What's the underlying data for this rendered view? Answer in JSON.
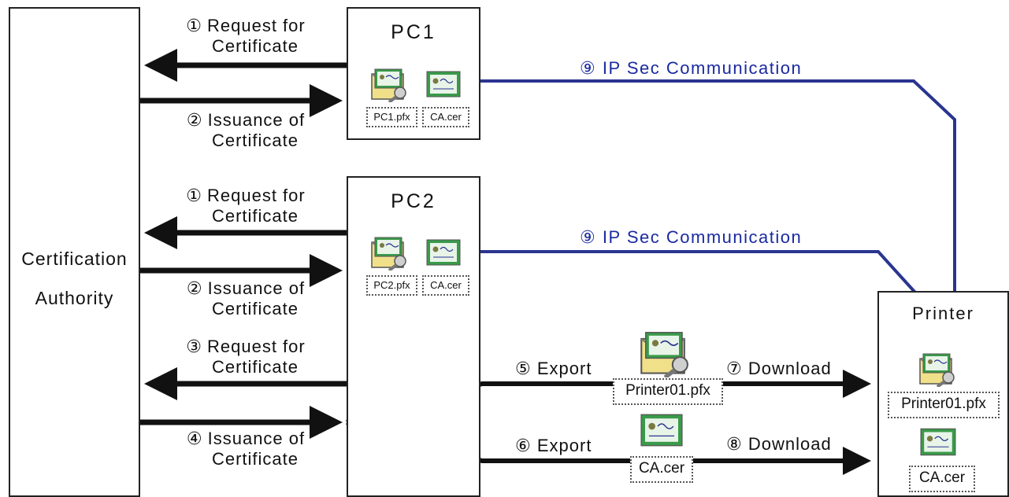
{
  "ca": {
    "line1": "Certification",
    "line2": "Authority"
  },
  "pc1": {
    "title": "PC1",
    "files": [
      "PC1.pfx",
      "CA.cer"
    ]
  },
  "pc2": {
    "title": "PC2",
    "files": [
      "PC2.pfx",
      "CA.cer"
    ]
  },
  "printer": {
    "title": "Printer",
    "files": [
      "Printer01.pfx",
      "CA.cer"
    ]
  },
  "labels": {
    "pc1_req_num": "①",
    "pc1_req_1": "Request for",
    "pc1_req_2": "Certificate",
    "pc1_iss_num": "②",
    "pc1_iss_1": "Issuance of",
    "pc1_iss_2": "Certificate",
    "pc2_req_num": "①",
    "pc2_req_1": "Request for",
    "pc2_req_2": "Certificate",
    "pc2_iss_num": "②",
    "pc2_iss_1": "Issuance of",
    "pc2_iss_2": "Certificate",
    "pr_req_num": "③",
    "pr_req_1": "Request for",
    "pr_req_2": "Certificate",
    "pr_iss_num": "④",
    "pr_iss_1": "Issuance of",
    "pr_iss_2": "Certificate",
    "export1_num": "⑤",
    "export1": "Export",
    "export2_num": "⑥",
    "export2": "Export",
    "download1_num": "⑦",
    "download1": "Download",
    "download2_num": "⑧",
    "download2": "Download",
    "ipsec1_num": "⑨",
    "ipsec1": "IP Sec Communication",
    "ipsec2_num": "⑨",
    "ipsec2": "IP Sec Communication"
  },
  "middle_files": {
    "pfx": "Printer01.pfx",
    "cer": "CA.cer"
  },
  "colors": {
    "ipsec_line": "#2a3590",
    "arrow": "#111111",
    "cert_green": "#3a9a4a",
    "envelope": "#f0e08a"
  },
  "icons": [
    "key-envelope-icon",
    "certificate-icon"
  ]
}
